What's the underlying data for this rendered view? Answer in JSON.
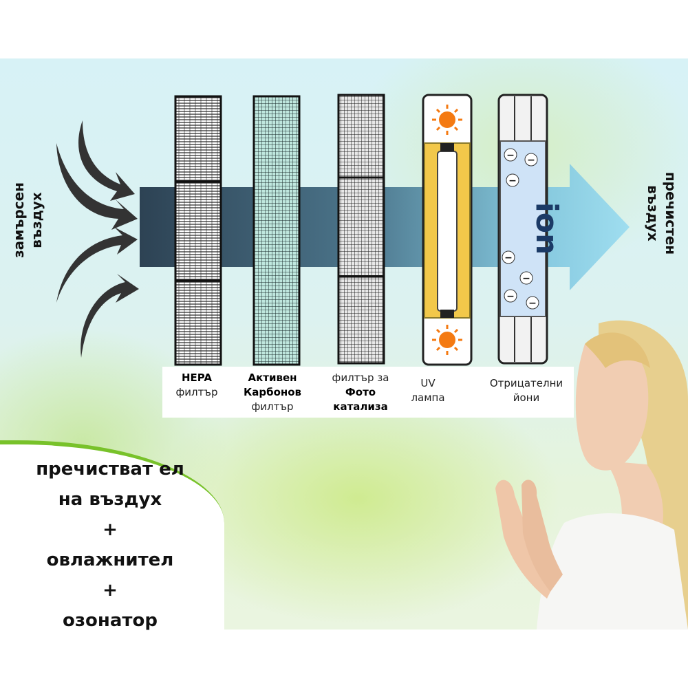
{
  "airflow": {
    "input_label": [
      "замърсен",
      "въздух"
    ],
    "output_label": [
      "пречистен",
      "въздух"
    ]
  },
  "filters": [
    {
      "name": "hepa-filter",
      "caption_bold": "HEPA",
      "caption_regular": "филтър"
    },
    {
      "name": "carbon-filter",
      "caption_bold": "Активен Карбонов",
      "caption_regular": "филтър"
    },
    {
      "name": "photocatalysis-filter",
      "caption_pre": "филтър за",
      "caption_bold": "Фото катализа"
    },
    {
      "name": "uv-lamp",
      "caption_regular": "UV лампа"
    },
    {
      "name": "negative-ions",
      "caption_regular": "Отрицателни йони",
      "icon_text": "ion",
      "ion_symbol": "−"
    }
  ],
  "promo": {
    "lines": [
      "пречистват ел",
      "на въздух",
      "+",
      "овлажнител",
      "+",
      "озонатор"
    ]
  },
  "colors": {
    "arrow_dark": "#1e3346",
    "arrow_light": "#8fd4ea",
    "carbon": "#bfe7de",
    "accent_green": "#78c22a",
    "uv_yellow": "#f2c84a",
    "sun_orange": "#f47a12",
    "ion_blue": "#cfe3f7"
  }
}
